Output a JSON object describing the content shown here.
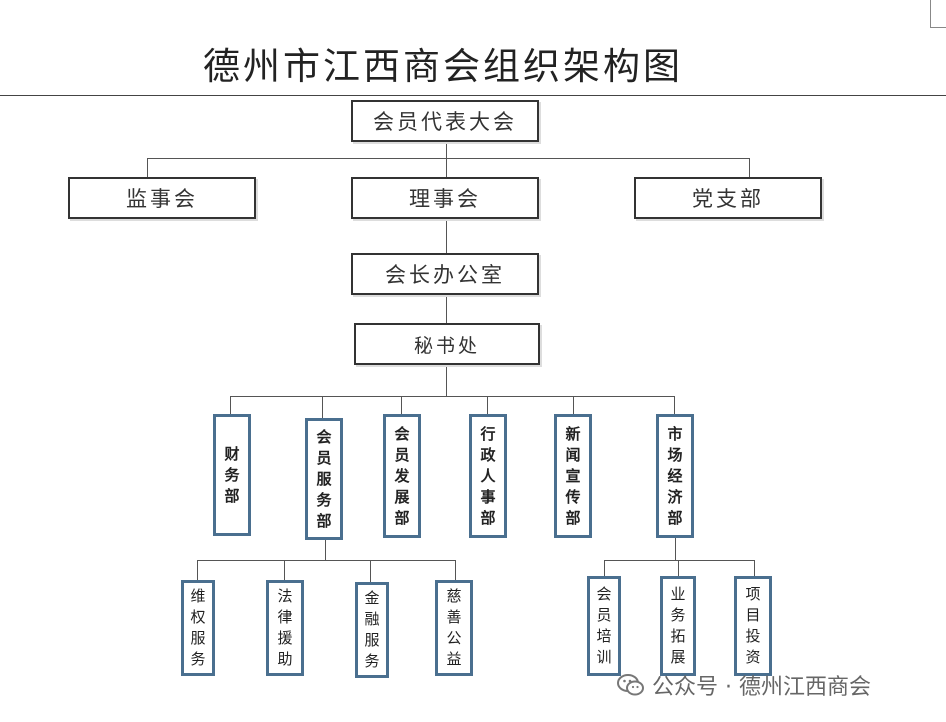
{
  "title": "德州市江西商会组织架构图",
  "top": "会员代表大会",
  "level2": [
    "监事会",
    "理事会",
    "党支部"
  ],
  "office": "会长办公室",
  "secretariat": "秘书处",
  "departments": [
    "财务部",
    "会员服务部",
    "会员发展部",
    "行政人事部",
    "新闻宣传部",
    "市场经济部"
  ],
  "member_service_units": [
    "维权服务",
    "法律援助",
    "金融服务",
    "慈善公益"
  ],
  "market_units": [
    "会员培训",
    "业务拓展",
    "项目投资"
  ],
  "watermark": "公众号 · 德州江西商会",
  "colors": {
    "box_border": "#333333",
    "vbox_border": "#4a6f8f",
    "line": "#555555"
  }
}
